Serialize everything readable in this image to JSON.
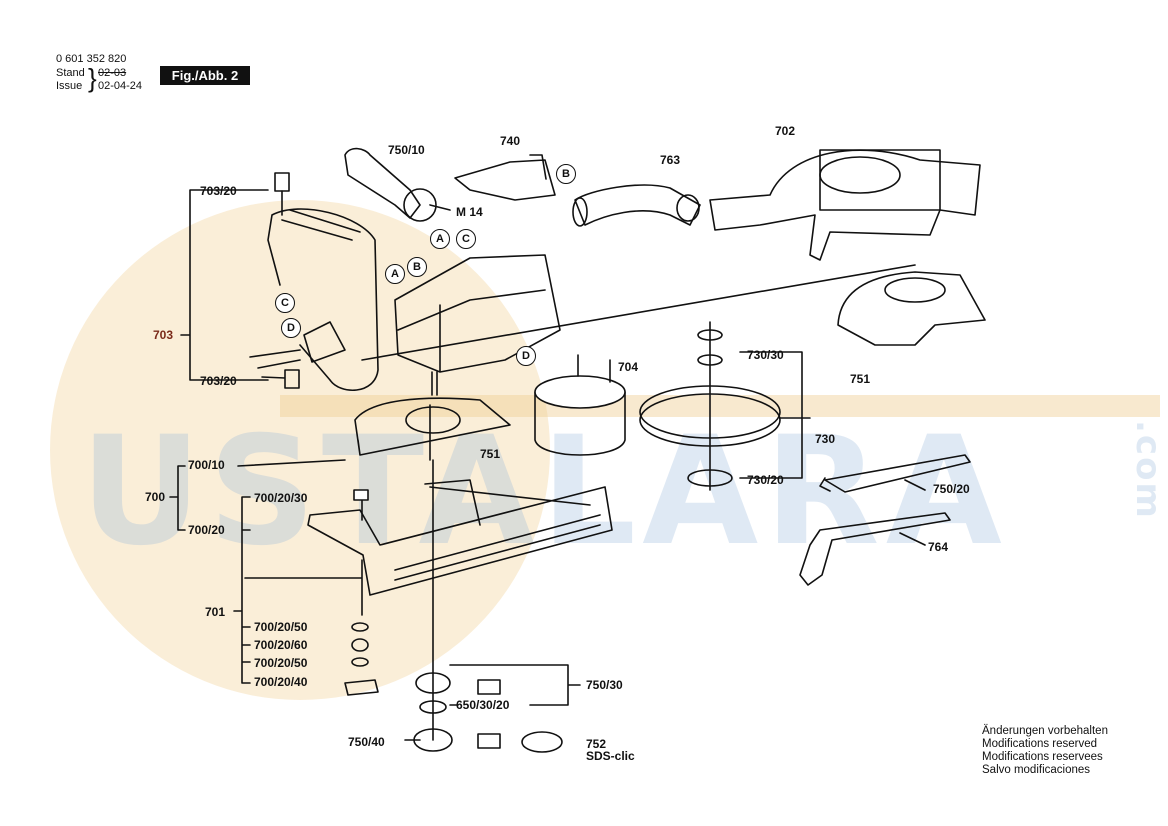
{
  "header": {
    "part_number": "0 601 352 820",
    "stand_label": "Stand",
    "issue_label": "Issue",
    "stand_date": "02-03",
    "issue_date": "02-04-24",
    "figure": "Fig./Abb. 2"
  },
  "labels": {
    "l702": "702",
    "l740": "740",
    "l750_10": "750/10",
    "l763": "763",
    "m14": "M 14",
    "l703_20a": "703/20",
    "l703_20b": "703/20",
    "l703": "703",
    "l704": "704",
    "l730_30": "730/30",
    "l730": "730",
    "l730_20": "730/20",
    "l751a": "751",
    "l751b": "751",
    "l700_10": "700/10",
    "l700": "700",
    "l700_20_30": "700/20/30",
    "l700_20": "700/20",
    "l701": "701",
    "l700_20_50a": "700/20/50",
    "l700_20_60": "700/20/60",
    "l700_20_50b": "700/20/50",
    "l700_20_40": "700/20/40",
    "l750_20": "750/20",
    "l764": "764",
    "l750_30": "750/30",
    "l650": "650/30/20",
    "l750_40": "750/40",
    "l752": "752",
    "sds": "SDS-clic"
  },
  "callouts": {
    "A1": "A",
    "C1": "C",
    "B1": "B",
    "A2": "A",
    "B2": "B",
    "C2": "C",
    "D1": "D",
    "D2": "D"
  },
  "watermark": {
    "text": "USTALARA",
    "suffix": ".com"
  },
  "notes": [
    "Änderungen vorbehalten",
    "Modifications reserved",
    "Modifications reservees",
    "Salvo modificaciones"
  ]
}
